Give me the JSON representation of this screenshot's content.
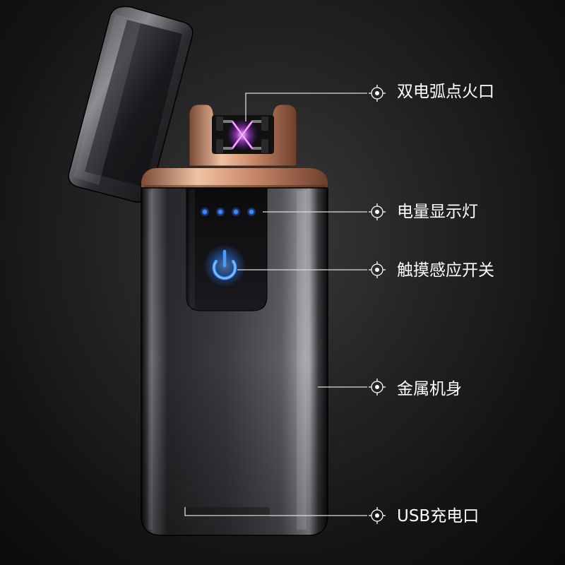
{
  "features": [
    {
      "id": "arc",
      "label": "双电弧点火口"
    },
    {
      "id": "power",
      "label": "电量显示灯"
    },
    {
      "id": "touch",
      "label": "触摸感应开关"
    },
    {
      "id": "body",
      "label": "金属机身"
    },
    {
      "id": "usb",
      "label": "USB充电口"
    }
  ],
  "battery_indicator": {
    "dots_lit": 4,
    "dots_total": 4
  },
  "colors": {
    "background": "#1a1a1a",
    "body_metal": "#2e2e33",
    "rose_gold_trim": "#d49a7a",
    "indicator_blue": "#3b8cff",
    "arc_purple": "#c040ff",
    "label_text": "#ffffff"
  },
  "icons": [
    "power-icon",
    "electric-arc-icon",
    "callout-target-icon"
  ]
}
